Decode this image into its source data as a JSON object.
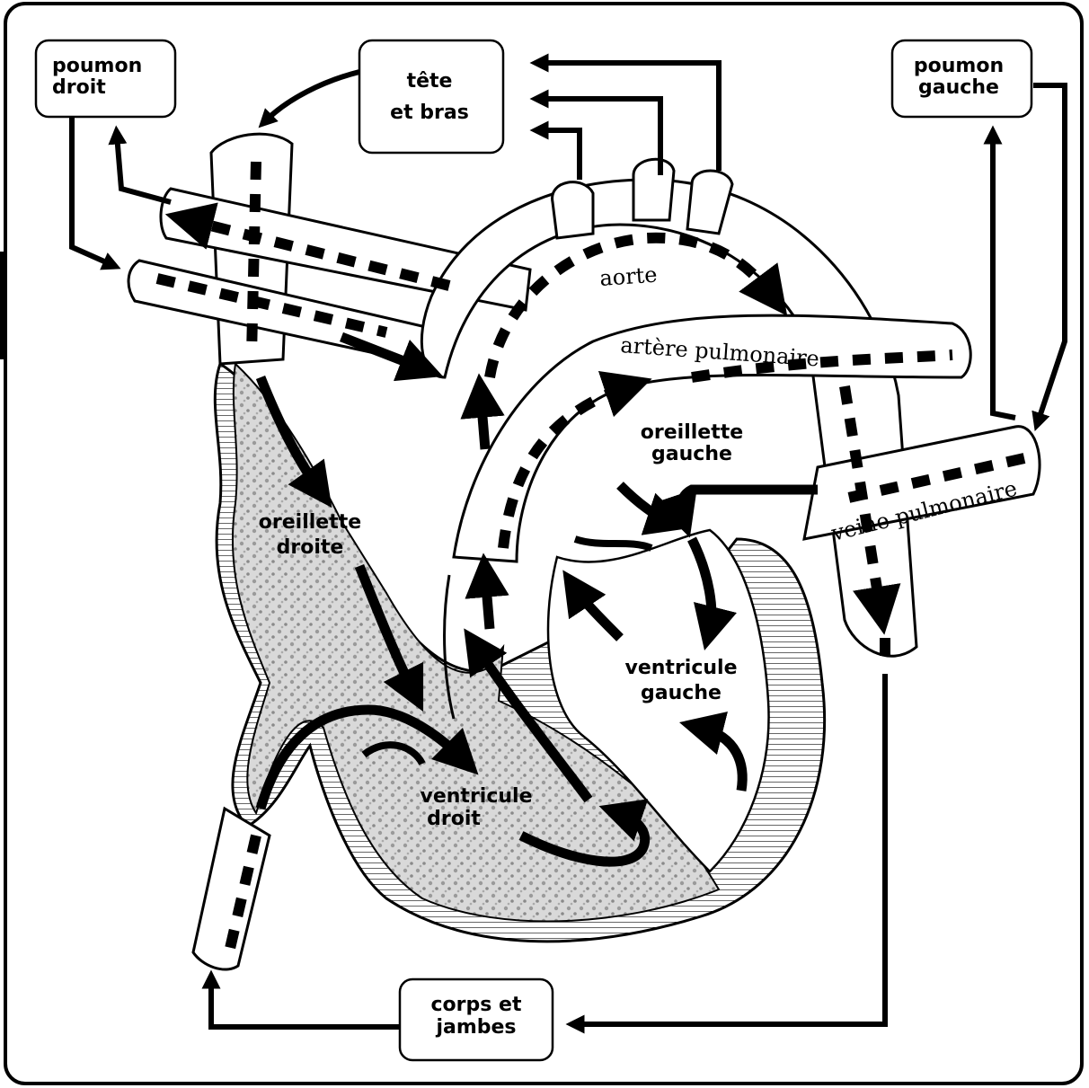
{
  "boxes": {
    "right_lung": [
      "poumon",
      "droit"
    ],
    "head_arms": [
      "tête",
      "et  bras"
    ],
    "left_lung": [
      "poumon",
      "gauche"
    ],
    "body_legs": [
      "corps et",
      "jambes"
    ]
  },
  "vessels": {
    "aorta": "aorte",
    "pulmonary_artery": "artère pulmonaire",
    "pulmonary_vein": "veine pulmonaire"
  },
  "chambers": {
    "left_atrium": [
      "oreillette",
      "gauche"
    ],
    "right_atrium": [
      "oreillette",
      "droite"
    ],
    "left_ventricle": [
      "ventricule",
      "gauche"
    ],
    "right_ventricle": [
      "ventricule",
      "droit"
    ]
  },
  "colors": {
    "ink": "#000000",
    "paper": "#ffffff",
    "stipple": "#b9b9b9"
  }
}
